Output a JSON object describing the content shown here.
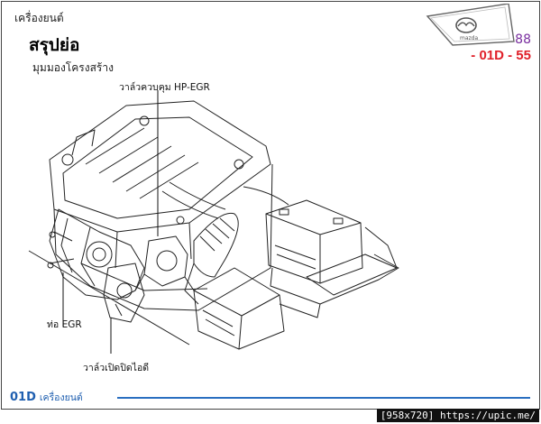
{
  "header": {
    "section_name": "เครื่องยนต์",
    "title": "สรุปย่อ",
    "subtitle": "มุมมองโครงสร้าง",
    "page_number": "88",
    "page_code": "- 01D - 55",
    "brand_text": "mazda"
  },
  "callouts": {
    "hp_egr_valve": "วาล์วควบคุม HP-EGR",
    "egr_pipe": "ท่อ EGR",
    "bypass_valve": "วาล์วเปิดปิดไอดี"
  },
  "footer": {
    "section_code": "01D",
    "section_label": "เครื่องยนต์"
  },
  "watermark": "[958x720] https://upic.me/",
  "colors": {
    "page_code": "#e0202a",
    "page_number": "#7a2fa0",
    "footer_accent": "#1f5fb0"
  }
}
